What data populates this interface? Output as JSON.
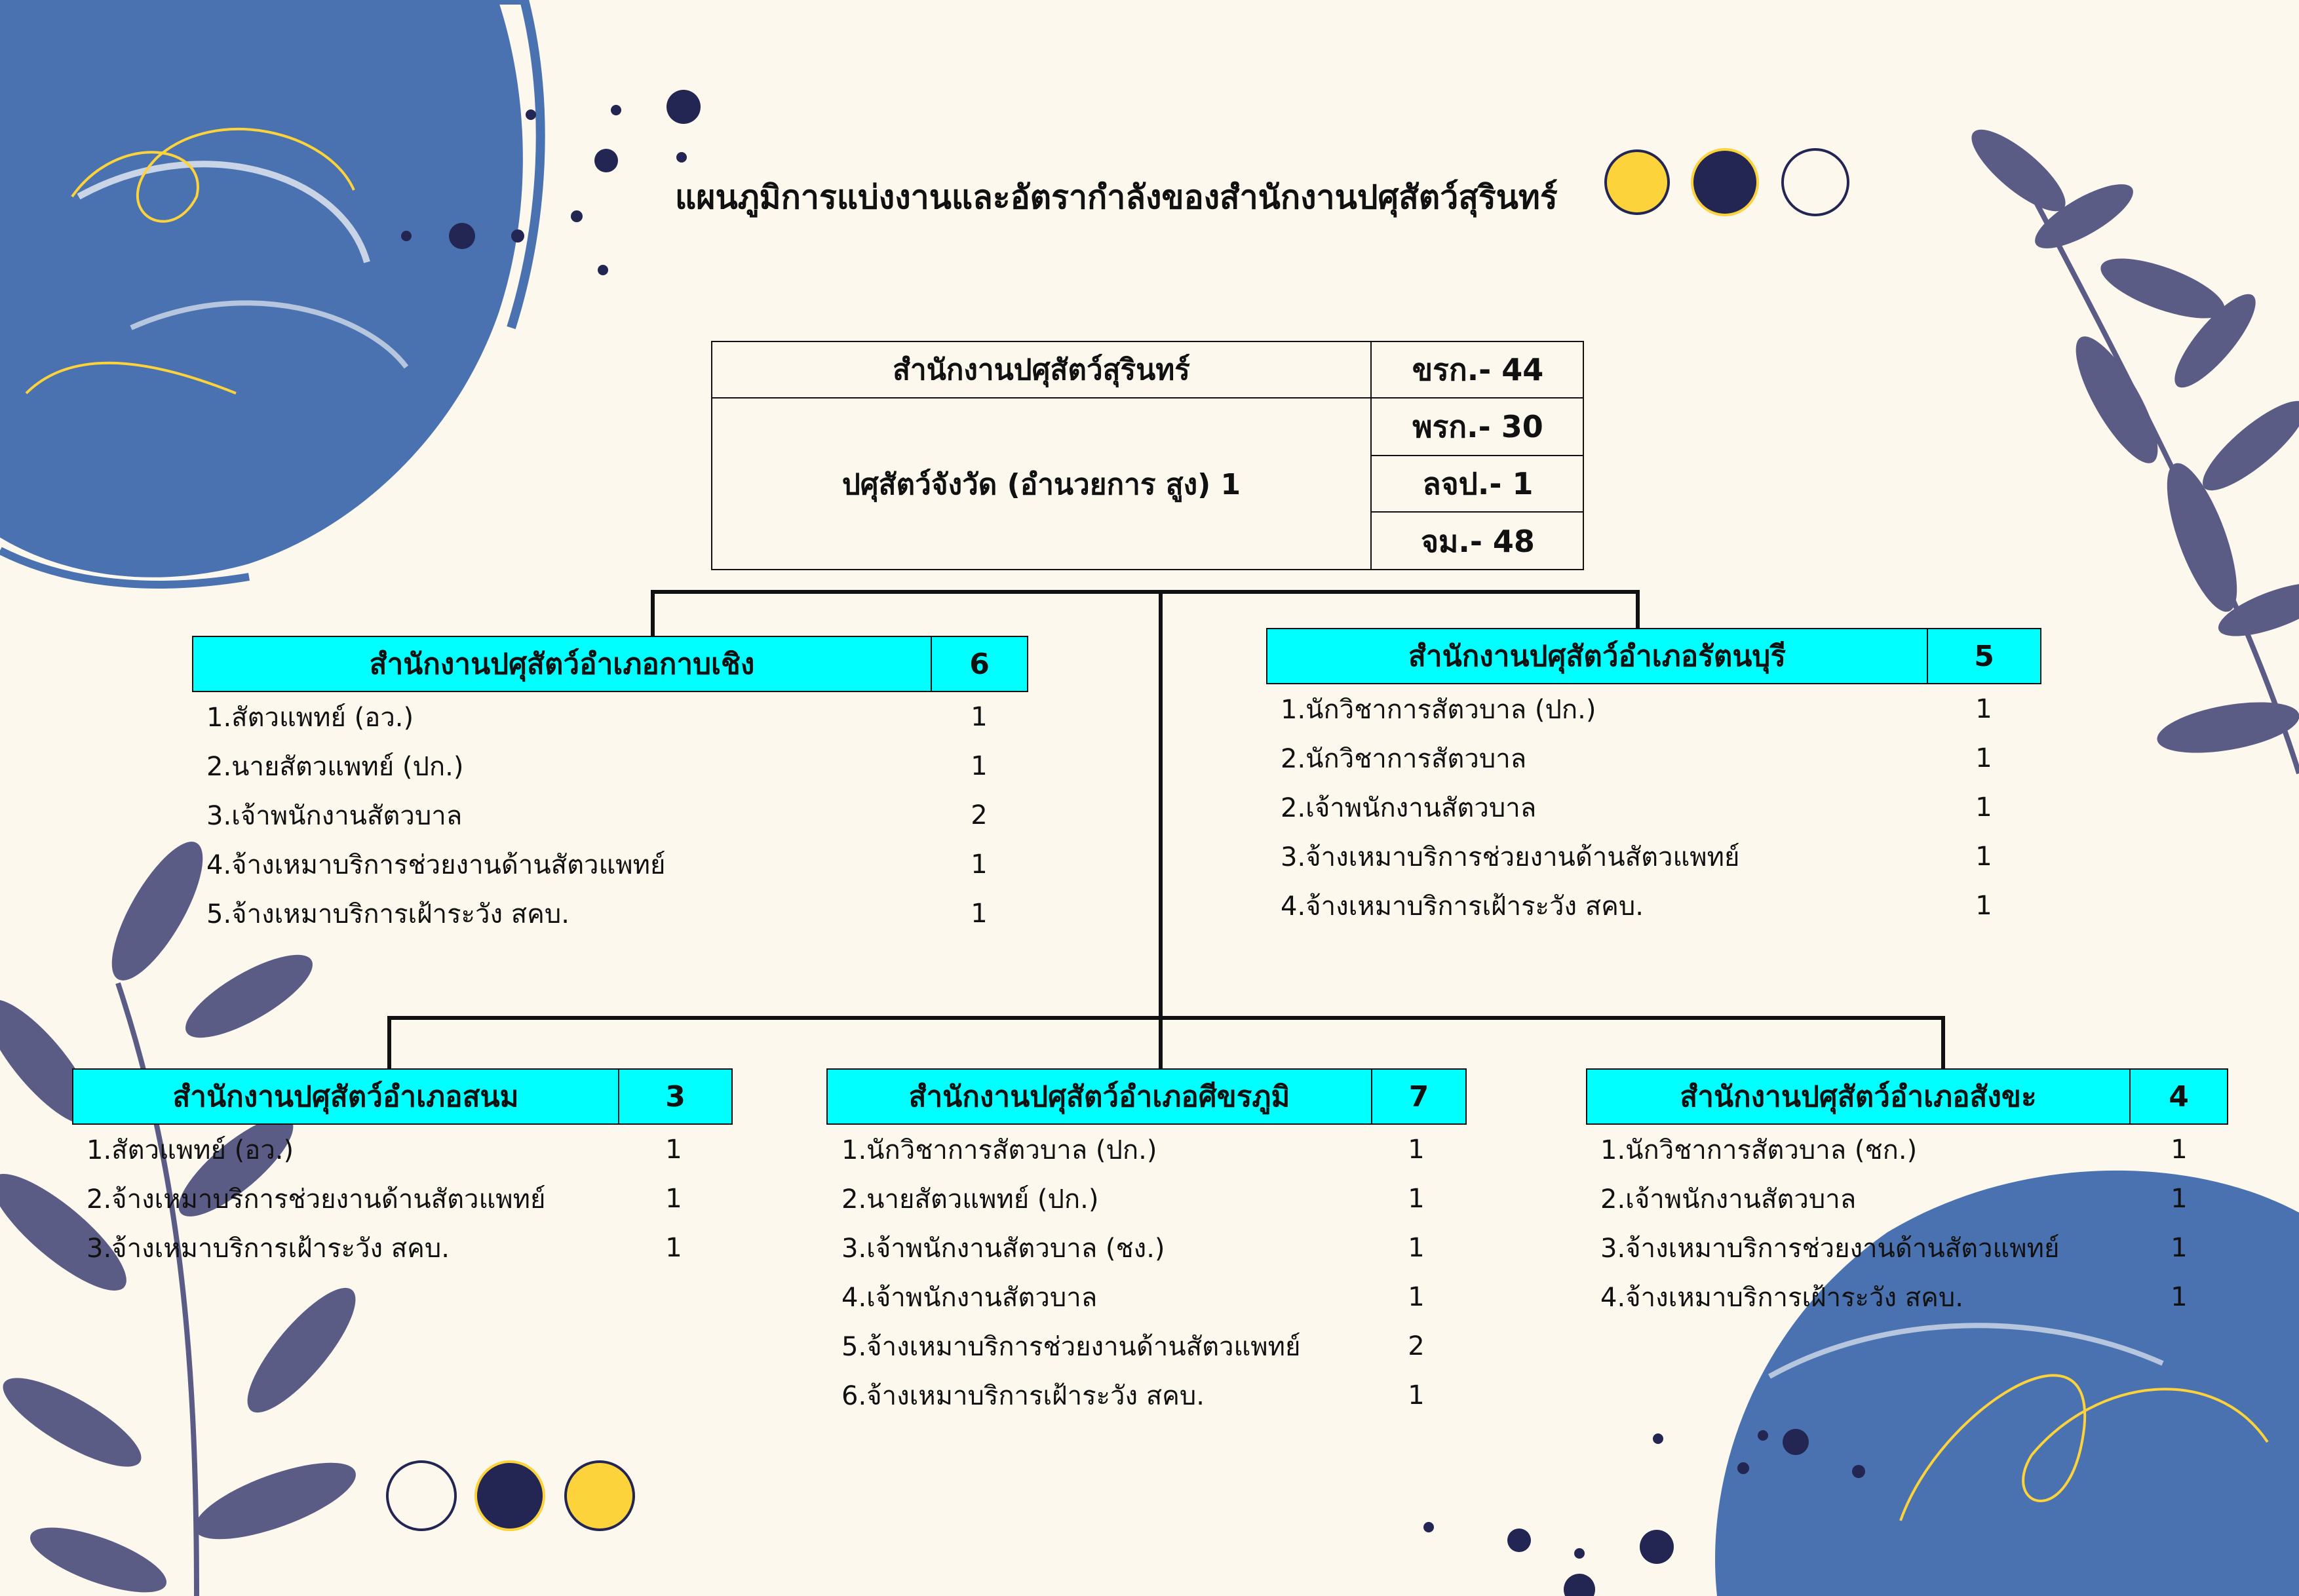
{
  "title": "แผนภูมิการแบ่งงานและอัตรากำลังของสำนักงานปศุสัตว์สุรินทร์",
  "head": {
    "office": "สำนักงานปศุสัตว์สุรินทร์",
    "position": "ปศุสัตว์จังวัด (อำนวยการ สูง) 1",
    "quotas": [
      "ขรก.- 44",
      "พรก.- 30",
      "ลจป.- 1",
      "จม.- 48"
    ]
  },
  "units": [
    {
      "name": "สำนักงานปศุสัตว์อำเภอกาบเชิง",
      "count": "6",
      "items": [
        {
          "label": "1.สัตวแพทย์ (อว.)",
          "count": "1"
        },
        {
          "label": "2.นายสัตวแพทย์ (ปก.)",
          "count": "1"
        },
        {
          "label": "3.เจ้าพนักงานสัตวบาล",
          "count": "2"
        },
        {
          "label": "4.จ้างเหมาบริการช่วยงานด้านสัตวแพทย์",
          "count": "1"
        },
        {
          "label": "5.จ้างเหมาบริการเฝ้าระวัง สคบ.",
          "count": "1"
        }
      ]
    },
    {
      "name": "สำนักงานปศุสัตว์อำเภอรัตนบุรี",
      "count": "5",
      "items": [
        {
          "label": "1.นักวิชาการสัตวบาล (ปก.)",
          "count": "1"
        },
        {
          "label": "2.นักวิชาการสัตวบาล",
          "count": "1"
        },
        {
          "label": "2.เจ้าพนักงานสัตวบาล",
          "count": "1"
        },
        {
          "label": "3.จ้างเหมาบริการช่วยงานด้านสัตวแพทย์",
          "count": "1"
        },
        {
          "label": "4.จ้างเหมาบริการเฝ้าระวัง สคบ.",
          "count": "1"
        }
      ]
    },
    {
      "name": "สำนักงานปศุสัตว์อำเภอสนม",
      "count": "3",
      "items": [
        {
          "label": "1.สัตวแพทย์ (อว.)",
          "count": "1"
        },
        {
          "label": "2.จ้างเหมาบริการช่วยงานด้านสัตวแพทย์",
          "count": "1"
        },
        {
          "label": "3.จ้างเหมาบริการเฝ้าระวัง สคบ.",
          "count": "1"
        }
      ]
    },
    {
      "name": "สำนักงานปศุสัตว์อำเภอศีขรภูมิ",
      "count": "7",
      "items": [
        {
          "label": "1.นักวิชาการสัตวบาล (ปก.)",
          "count": "1"
        },
        {
          "label": "2.นายสัตวแพทย์ (ปก.)",
          "count": "1"
        },
        {
          "label": "3.เจ้าพนักงานสัตวบาล (ชง.)",
          "count": "1"
        },
        {
          "label": "4.เจ้าพนักงานสัตวบาล",
          "count": "1"
        },
        {
          "label": "5.จ้างเหมาบริการช่วยงานด้านสัตวแพทย์",
          "count": "2"
        },
        {
          "label": "6.จ้างเหมาบริการเฝ้าระวัง สคบ.",
          "count": "1"
        }
      ]
    },
    {
      "name": "สำนักงานปศุสัตว์อำเภอสังขะ",
      "count": "4",
      "items": [
        {
          "label": "1.นักวิชาการสัตวบาล (ชก.)",
          "count": "1"
        },
        {
          "label": "2.เจ้าพนักงานสัตวบาล",
          "count": "1"
        },
        {
          "label": "3.จ้างเหมาบริการช่วยงานด้านสัตวแพทย์",
          "count": "1"
        },
        {
          "label": "4.จ้างเหมาบริการเฝ้าระวัง สคบ.",
          "count": "1"
        }
      ]
    }
  ],
  "colors": {
    "background": "#fcf8ee",
    "header_fill": "#00ffff",
    "splash_blue": "#4a72b0",
    "leaf": "#5b5c85",
    "dot_navy": "#232552",
    "dot_yellow": "#fcd33a"
  }
}
